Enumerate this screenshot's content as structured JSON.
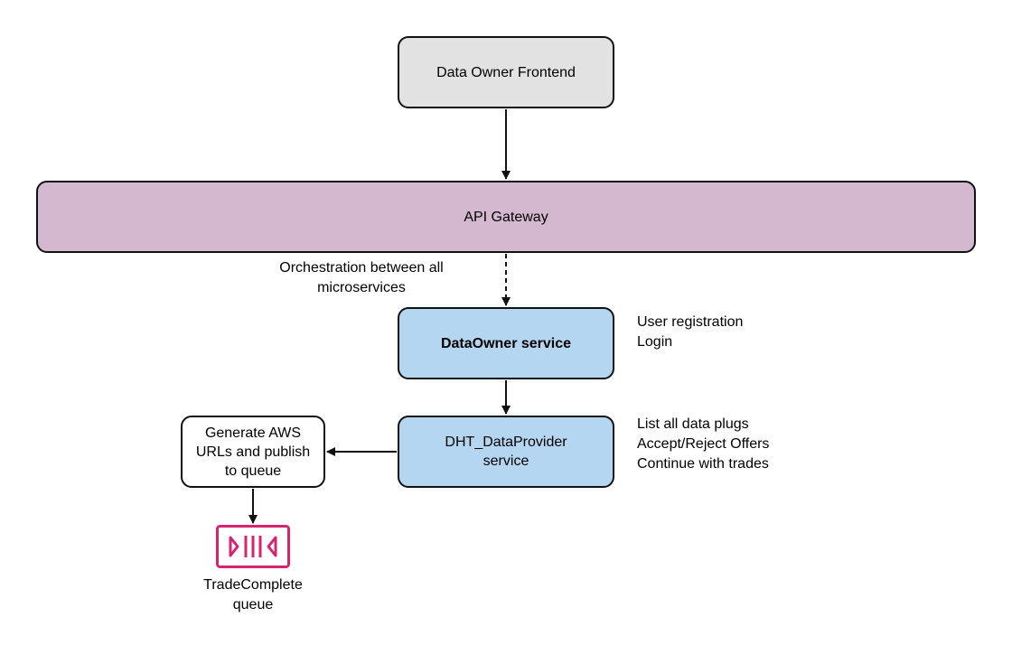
{
  "nodes": {
    "frontend": "Data Owner Frontend",
    "gateway": "API Gateway",
    "dataowner": "DataOwner service",
    "provider": [
      "DHT_DataProvider",
      "service"
    ],
    "generate": [
      "Generate AWS",
      "URLs and publish",
      "to queue"
    ]
  },
  "annotations": {
    "orchestration": [
      "Orchestration between all",
      "microservices"
    ],
    "dataowner_notes": [
      "User registration",
      "Login"
    ],
    "provider_notes": [
      "List all data plugs",
      "Accept/Reject Offers",
      "Continue with trades"
    ]
  },
  "queue": {
    "label": [
      "TradeComplete",
      "queue"
    ],
    "icon": "queue-icon",
    "color": "#d6246e"
  },
  "colors": {
    "frontend": "#e2e2e2",
    "gateway": "#d3b8cf",
    "service": "#b4d6f0"
  }
}
